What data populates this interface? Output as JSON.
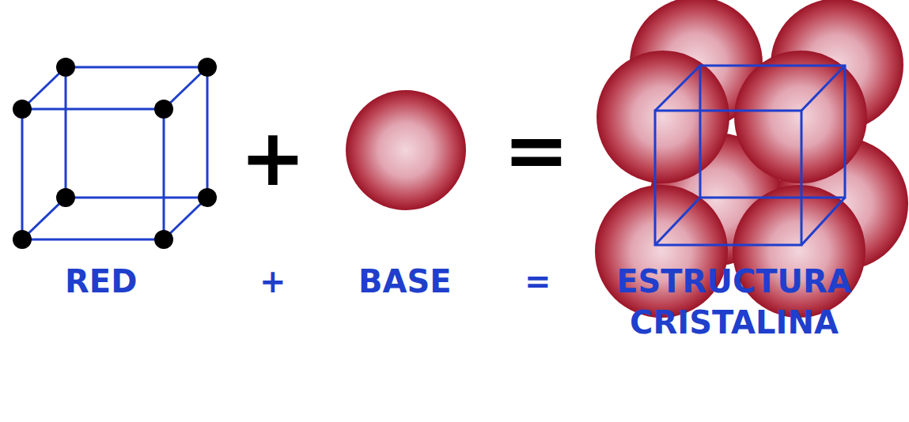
{
  "diagram": {
    "labels": [
      "+",
      "=",
      "RED",
      "+",
      "BASE",
      "=",
      "ESTRUCTURA CRISTALINA"
    ]
  }
}
